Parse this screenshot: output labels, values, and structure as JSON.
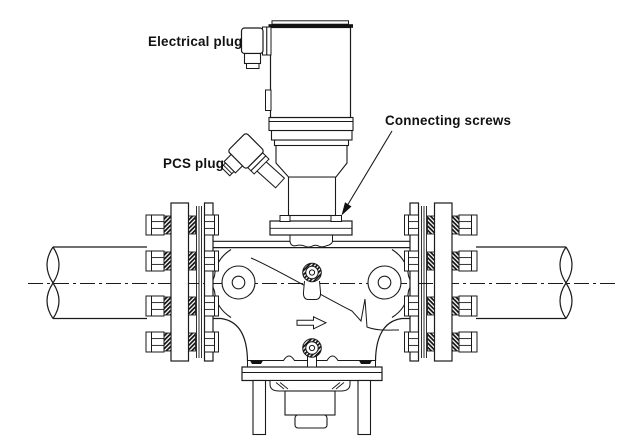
{
  "figure": {
    "type": "technical-line-drawing",
    "subject": "flanged valve / flow device with pressure transmitter mounted on top",
    "labels": {
      "electrical_plug": "Electrical plug",
      "pcs_plug": "PCS plug",
      "connecting_screws": "Connecting screws"
    },
    "flow_direction": "right",
    "colors": {
      "line": "#1a1a1a",
      "background": "#ffffff",
      "hatch": "#111111"
    }
  }
}
